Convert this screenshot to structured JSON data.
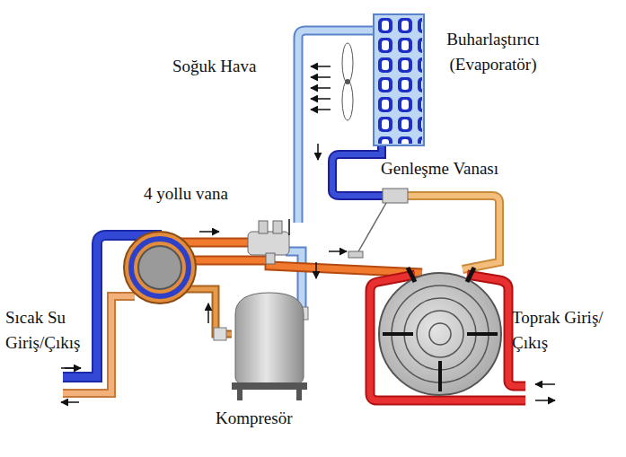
{
  "diagram": {
    "labels": [
      "Soğuk Hava",
      "Buharlaştırıcı (Evaporatör)",
      "Genleşme Vanası",
      "4 yollu vana",
      "Sıcak Su Giriş/Çıkış",
      "Toprak Giriş/Çıkış",
      "Kompresör"
    ]
  }
}
